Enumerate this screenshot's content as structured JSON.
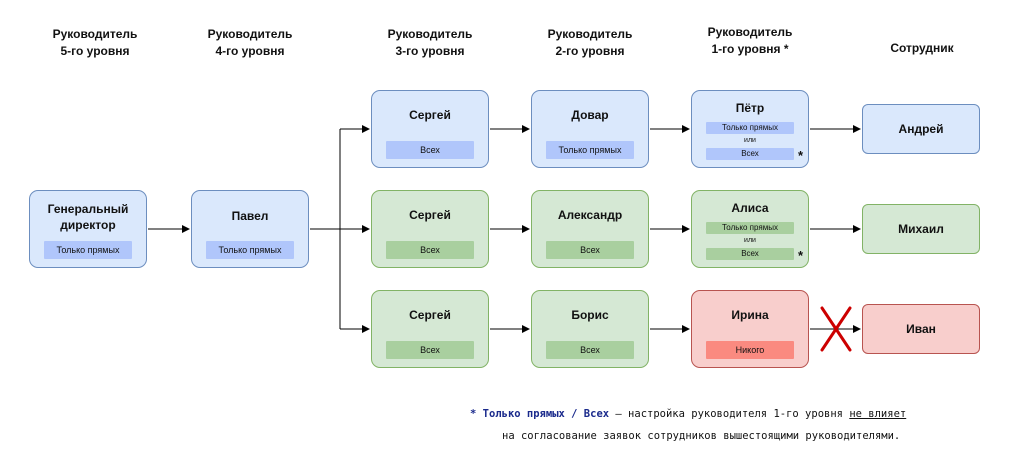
{
  "headers": {
    "level5": "Руководитель\n5-го уровня",
    "level4": "Руководитель\n4-го уровня",
    "level3": "Руководитель\n3-го уровня",
    "level2": "Руководитель\n2-го уровня",
    "level1": "Руководитель\n1-го уровня",
    "level1_star": "*",
    "employee": "Сотрудник"
  },
  "nodes": {
    "ceo": {
      "name": "Генеральный\nдиректор",
      "setting": "Только прямых"
    },
    "pavel": {
      "name": "Павел",
      "setting": "Только прямых"
    },
    "row1": {
      "l3": {
        "name": "Сергей",
        "setting": "Всех"
      },
      "l2": {
        "name": "Довар",
        "setting": "Только прямых"
      },
      "l1": {
        "name": "Пётр",
        "opt1": "Только прямых",
        "or": "или",
        "opt2": "Всех",
        "star": "*"
      },
      "emp": "Андрей"
    },
    "row2": {
      "l3": {
        "name": "Сергей",
        "setting": "Всех"
      },
      "l2": {
        "name": "Александр",
        "setting": "Всех"
      },
      "l1": {
        "name": "Алиса",
        "opt1": "Только прямых",
        "or": "или",
        "opt2": "Всех",
        "star": "*"
      },
      "emp": "Михаил"
    },
    "row3": {
      "l3": {
        "name": "Сергей",
        "setting": "Всех"
      },
      "l2": {
        "name": "Борис",
        "setting": "Всех"
      },
      "l1": {
        "name": "Ирина",
        "setting": "Никого"
      },
      "emp": "Иван"
    }
  },
  "colors": {
    "blue_fill": "#dae8fc",
    "green_fill": "#d5e8d4",
    "red_fill": "#f8cecc",
    "cross": "#cc0000",
    "footnote_bold": "#1a2a8c"
  },
  "footnote": {
    "star": "*",
    "bold": "Только прямых / Всех",
    "part1": " — настройка руководителя 1-го уровня ",
    "underlined": "не влияет",
    "line2": "на согласование заявок сотрудников вышестоящими руководителями."
  }
}
